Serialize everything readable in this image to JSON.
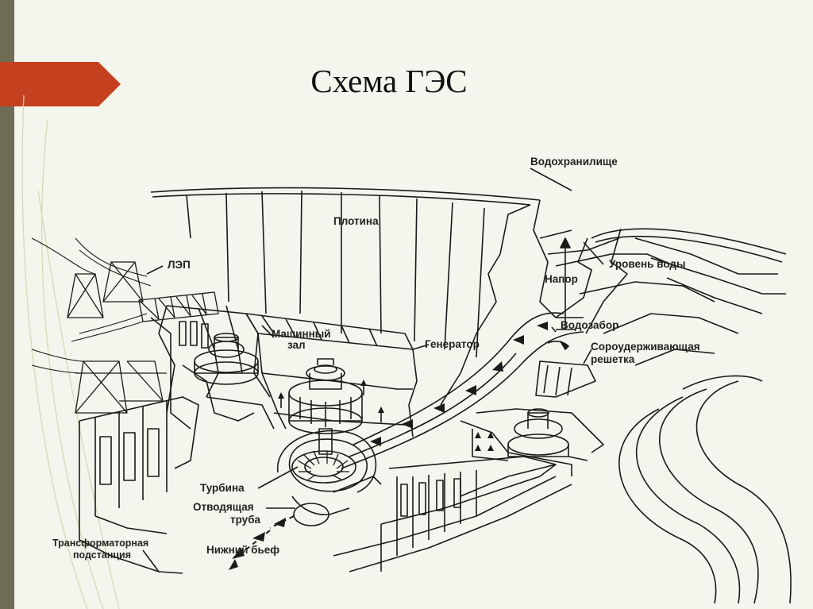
{
  "slide": {
    "title": "Схема ГЭС",
    "accent_color": "#c4401e",
    "strip_color": "#6f6c55",
    "background_color": "#f4f5ec"
  },
  "diagram": {
    "labels": {
      "reservoir": "Водохранилище",
      "dam": "Плотина",
      "power_line": "ЛЭП",
      "water_level": "Уровень воды",
      "head": "Напор",
      "intake": "Водозабор",
      "machine_hall_1": "Машинный",
      "machine_hall_2": "зал",
      "generator": "Генератор",
      "trash_rack_1": "Сороудерживающая",
      "trash_rack_2": "решетка",
      "turbine": "Турбина",
      "draft_tube_1": "Отводящая",
      "draft_tube_2": "труба",
      "tailwater": "Нижний бьеф",
      "substation_1": "Трансформаторная",
      "substation_2": "подстанция"
    }
  }
}
